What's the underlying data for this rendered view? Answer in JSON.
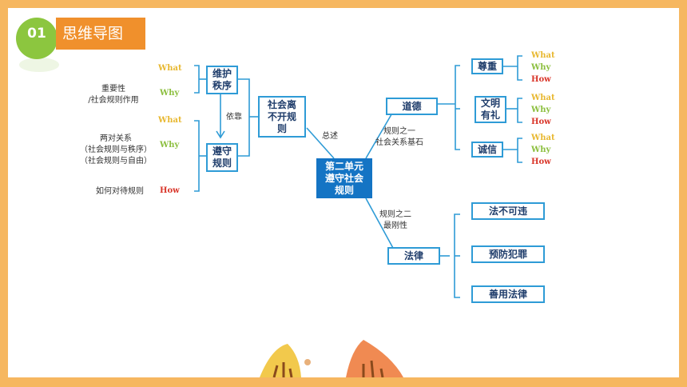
{
  "header": {
    "number": "01",
    "title": "思维导图"
  },
  "center": "第二单元\n遵守社会\n规则",
  "left": {
    "guard_order": "维护\n秩序",
    "obey_rules": "遵守\n规则",
    "society_needs_rules": "社会离\n不开规\n则",
    "rely_on": "依靠",
    "summary": "总述",
    "importance": "重要性\n/社会规则作用",
    "two_relations": "两对关系\n（社会规则与秩序）\n（社会规则与自由）",
    "how_to_treat": "如何对待规则"
  },
  "right": {
    "morality": "道德",
    "law": "法律",
    "rule_one": "规则之一\n社会关系基石",
    "rule_two": "规则之二\n最刚性",
    "respect": "尊重",
    "civility": "文明\n有礼",
    "honesty": "诚信",
    "law_items": [
      "法不可违",
      "预防犯罪",
      "善用法律"
    ]
  },
  "question_words": {
    "what": "What",
    "why": "Why",
    "how": "How"
  },
  "colors": {
    "border": "#f6b760",
    "badge_green": "#8cc63f",
    "badge_orange": "#f0902c",
    "box_border": "#2e9bd6",
    "center_fill": "#1474c4",
    "what": "#e8b830",
    "why": "#8cbf3f",
    "how": "#d9362a"
  }
}
